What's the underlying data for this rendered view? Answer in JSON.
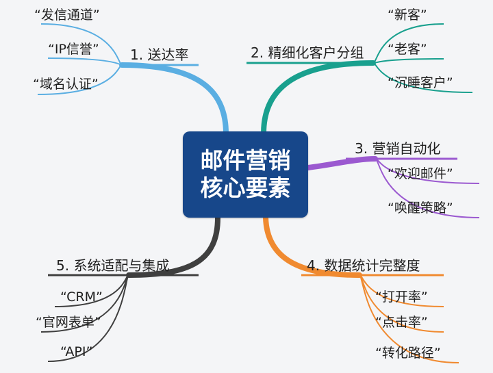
{
  "center": {
    "line1": "邮件营销",
    "line2": "核心要素"
  },
  "colors": {
    "center_fill": "#17478a",
    "branch1": "#5aaee2",
    "branch2": "#19a08e",
    "branch3": "#9b59d0",
    "branch4": "#f08a30",
    "branch5": "#3f3f3f"
  },
  "branches": [
    {
      "label": "1. 送达率",
      "color": "#5aaee2",
      "leaves": [
        "“发信通道”",
        "“IP信誉”",
        "“域名认证”"
      ]
    },
    {
      "label": "2. 精细化客户分组",
      "color": "#19a08e",
      "leaves": [
        "“新客”",
        "“老客”",
        "“沉睡客户”"
      ]
    },
    {
      "label": "3. 营销自动化",
      "color": "#9b59d0",
      "leaves": [
        "“欢迎邮件”",
        "“唤醒策略”"
      ]
    },
    {
      "label": "4. 数据统计完整度",
      "color": "#f08a30",
      "leaves": [
        "“打开率”",
        "“点击率”",
        "“转化路径”"
      ]
    },
    {
      "label": "5. 系统适配与集成",
      "color": "#3f3f3f",
      "leaves": [
        "“CRM”",
        "“官网表单”",
        "“API”"
      ]
    }
  ]
}
